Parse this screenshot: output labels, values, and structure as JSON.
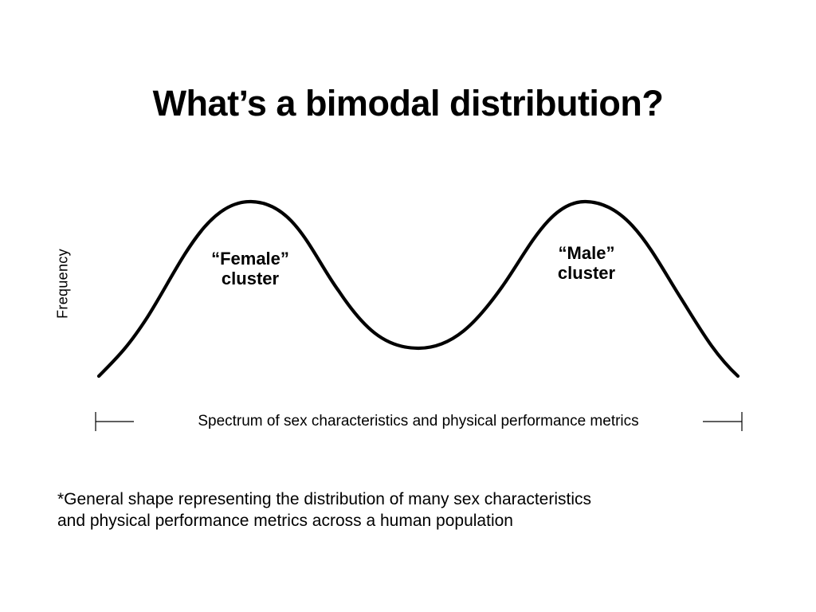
{
  "title": "What’s a bimodal distribution?",
  "y_axis_label": "Frequency",
  "x_axis_label": "Spectrum of sex characteristics and physical performance metrics",
  "clusters": [
    {
      "line1": "“Female”",
      "line2": "cluster"
    },
    {
      "line1": "“Male”",
      "line2": "cluster"
    }
  ],
  "footnote": {
    "line1": "*General shape representing the distribution of many sex characteristics",
    "line2": "and physical performance metrics across a human population"
  },
  "colors": {
    "line": "#000000",
    "background": "#ffffff"
  }
}
